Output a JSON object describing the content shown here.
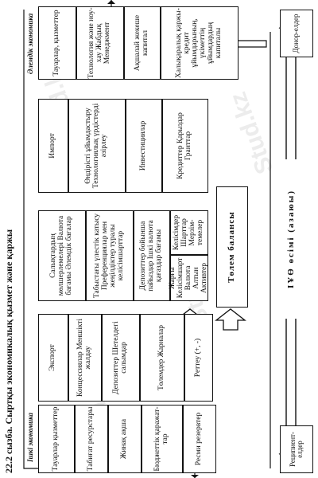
{
  "title": "22.2 сызба. Сыртқы экономикалық қызмет және қаржы",
  "watermark": "Stud.kz",
  "header_label": "Әлемдік экономика",
  "footer_label": "Ішкі экономика",
  "top_row": [
    "Тауарлар, қызметтер",
    "Технология және ноу-хау Жабдық Менеджмент",
    "Ақшалай жекеше капитал",
    "Халықаралық қаржы-кредит ұйымдарының, үкіметтің ұйымдардың капиталы"
  ],
  "donor": "Донор-елдер",
  "recipient": "Реципиент-елдер",
  "growth": "ІҰӨ өсімі (азаюы)",
  "flows_top": [
    "Импорт",
    "Өндірісті ұйымдастыру Технологиялық үрдістерді әзірлеу",
    "Инвестициялар",
    "Кредиттер Қарыздар Гранттар"
  ],
  "middle": {
    "col1": "Салықтардың мөлшерлемелері Валюта бағамы Әлемдік бағалар",
    "col2": "Табыстағы үлестік катысу Преференциялар мен жеңілдіктер туралы келісімшарттар",
    "col3": "Депозиттер бойынша пайыздар Ішкі валюта қағаздар бағамы",
    "col4a": "Жарғы Келісімшарт Валюта Алтын Активтер",
    "col4b": "Келісімдер Шарттар Мерзім-темелер"
  },
  "balance": "Төлем балансы",
  "flows_bottom": [
    "Экспорт",
    "Концессиялар Меншікті жалдау",
    "Депозиттер Шетелдегі салымдар",
    "Төлемдер Жарналар",
    "Реттеу (+, -)"
  ],
  "bottom_row": [
    "Тауарлар қызметтер",
    "Табиғат ресурстары",
    "Жинақ ақша",
    "Бюджеттік қаражат-тар",
    "Ресми резервтер"
  ]
}
